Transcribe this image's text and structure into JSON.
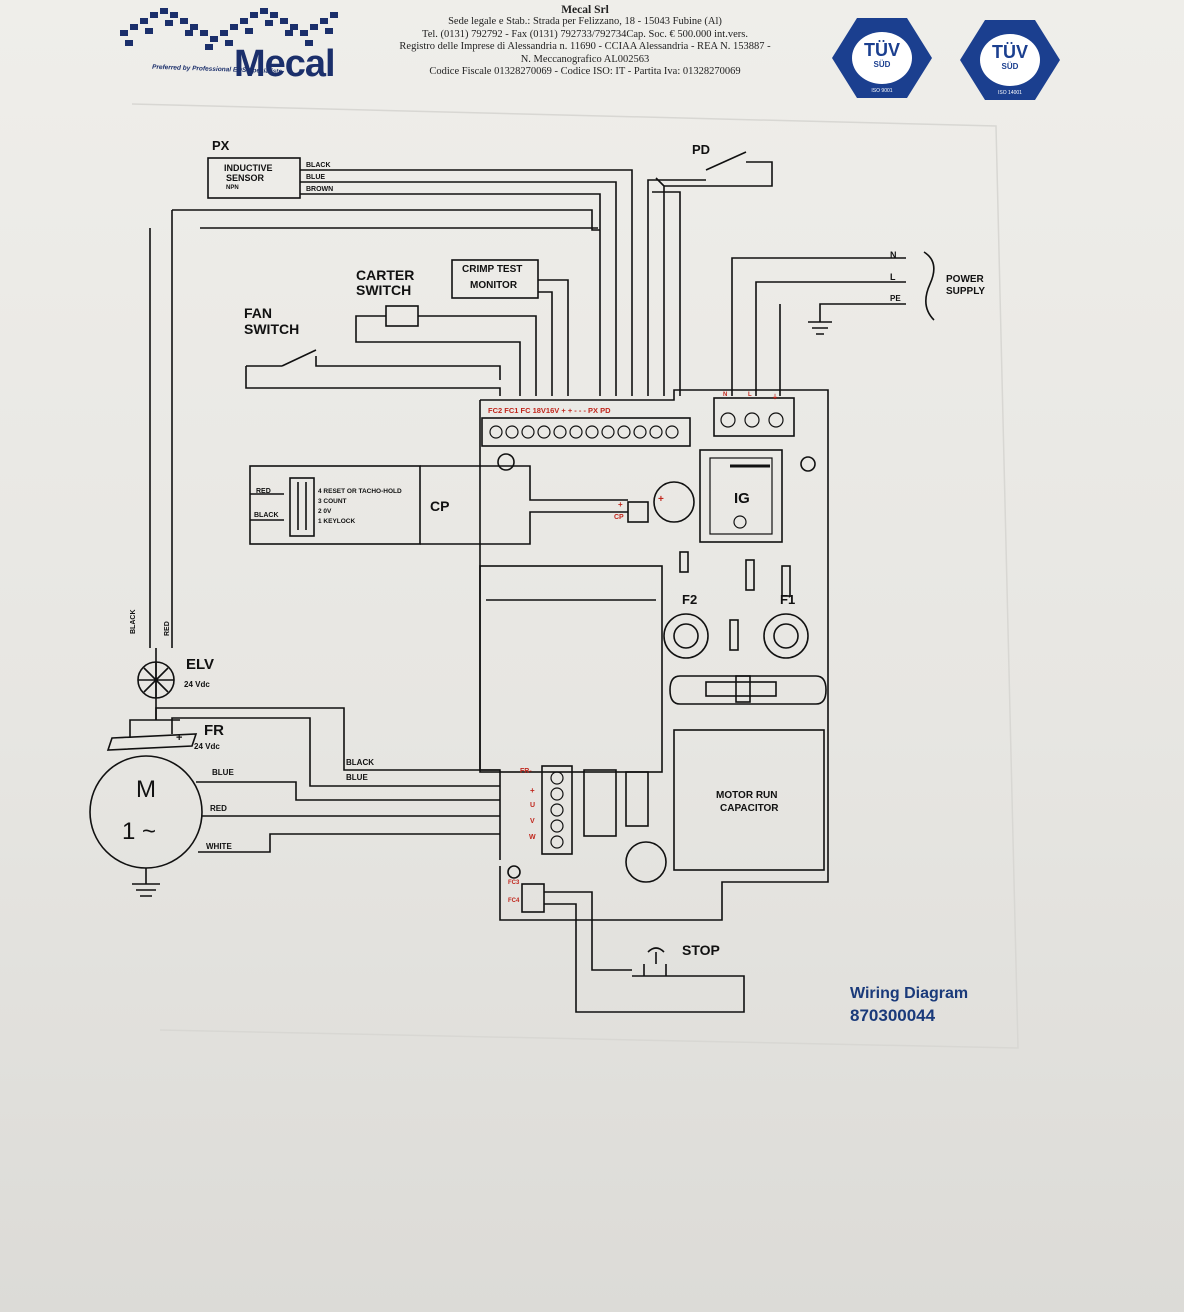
{
  "header": {
    "company": "Mecal Srl",
    "lines": [
      "Sede legale e Stab.: Strada per Felizzano, 18  - 15043 Fubine (Al)",
      "Tel. (0131) 792792  - Fax (0131) 792733/792734Cap. Soc. € 500.000 int.vers.",
      "Registro delle Imprese di Alessandria n. 11690 - CCIAA Alessandria - REA N. 153887 -",
      "N. Meccanografico  AL002563",
      "Codice Fiscale 01328270069 - Codice ISO: IT  - Partita Iva: 01328270069"
    ]
  },
  "logo": {
    "wordmark": "Mecal",
    "tagline": "Preferred by Professional EDS Specialists"
  },
  "certificates": [
    {
      "mark": "TÜV",
      "sub": "SÜD",
      "iso": "ISO 9001"
    },
    {
      "mark": "TÜV",
      "sub": "SÜD",
      "iso": "ISO 14001"
    }
  ],
  "colors": {
    "logo_blue": "#1b2f6b",
    "tuv_blue": "#1b3f8f",
    "terminal_red": "#c0261c",
    "title_blue": "#1a3a7a",
    "ink": "#111111"
  },
  "diagram": {
    "px": {
      "label": "PX",
      "box_lines": [
        "INDUCTIVE",
        "SENSOR",
        "NPN"
      ],
      "wires": [
        "BLACK",
        "BLUE",
        "BROWN"
      ]
    },
    "pd_label": "PD",
    "crimp_test": [
      "CRIMP TEST",
      "MONITOR"
    ],
    "carter_switch": [
      "CARTER",
      "SWITCH"
    ],
    "fan_switch": [
      "FAN",
      "SWITCH"
    ],
    "power_supply": {
      "lines": [
        "N",
        "L",
        "PE"
      ],
      "label": [
        "POWER",
        "SUPPLY"
      ]
    },
    "terminal_strip": "FC2 FC1 FC 18V16V  +   +   -   -   -  PX  PD",
    "mains_terminals": [
      "N",
      "L",
      "⏚"
    ],
    "cp": {
      "label": "CP",
      "wires": [
        "RED",
        "BLACK"
      ],
      "pins": [
        "4 RESET OR TACHO-HOLD",
        "3 COUNT",
        "2 0V",
        "1 KEYLOCK"
      ]
    },
    "ig": "IG",
    "fuses": [
      "F2",
      "F1"
    ],
    "board_marks": {
      "cp_plus": "+",
      "cp_label": "CP",
      "cap_plus": "+"
    },
    "elv": {
      "label": "ELV",
      "voltage": "24 Vdc",
      "wires": [
        "BLACK",
        "RED"
      ]
    },
    "fr": {
      "label": "FR",
      "voltage": "24 Vdc",
      "minus": "−",
      "plus": "+",
      "wires": [
        "BLACK",
        "BLUE"
      ]
    },
    "motor": {
      "top": "M",
      "bottom": "1 ~",
      "wires": [
        "BLUE",
        "RED",
        "WHITE"
      ]
    },
    "motor_terminals": [
      "FR-",
      "+",
      "U",
      "V",
      "W"
    ],
    "motor_run_capacitor": [
      "MOTOR RUN",
      "CAPACITOR"
    ],
    "fc_labels": [
      "FC3",
      "FC4"
    ],
    "stop": "STOP"
  },
  "footer": {
    "title": "Wiring Diagram",
    "number": "870300044"
  }
}
